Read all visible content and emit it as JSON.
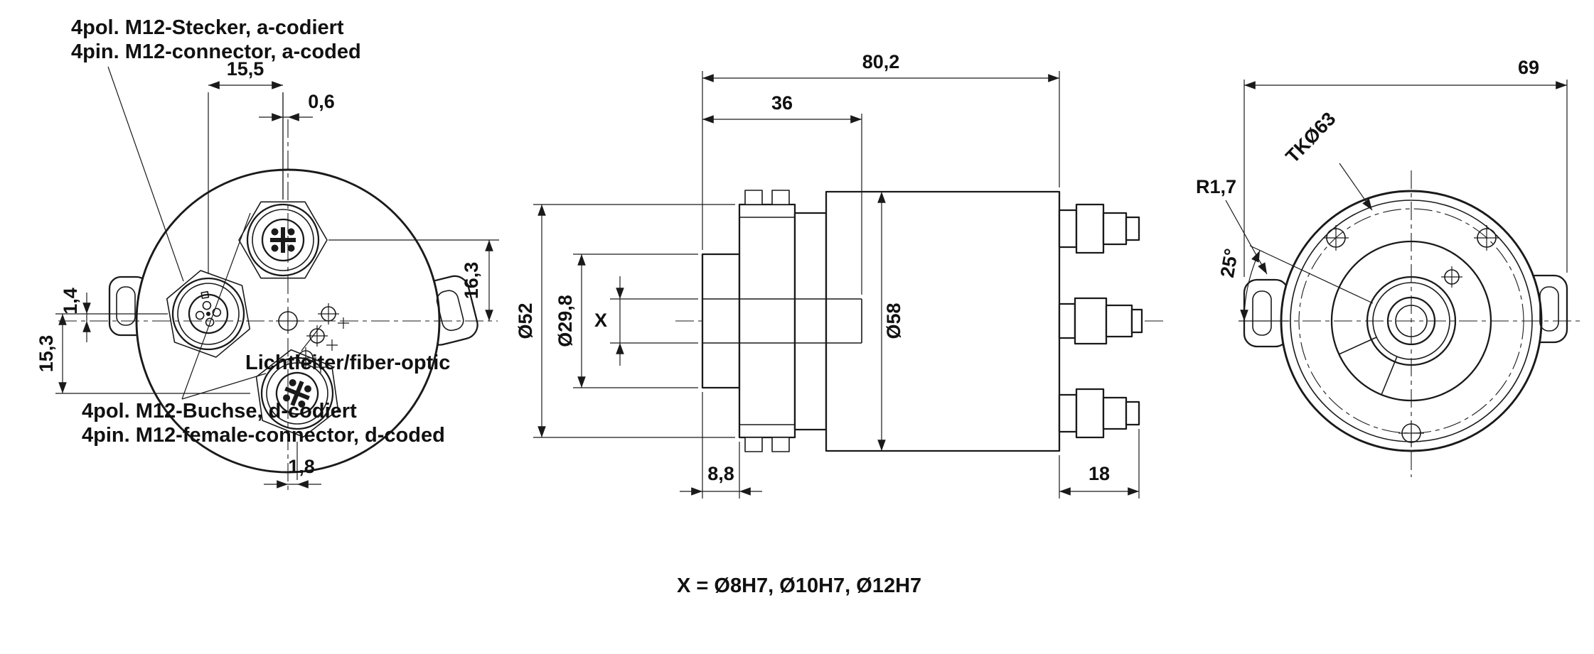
{
  "meta": {
    "background_color": "#ffffff",
    "line_color": "#1a1a1a",
    "drawing_type": "encoder dimensional drawing, three views"
  },
  "front_view": {
    "connector_top_label": {
      "line1": "4pol. M12-Stecker, a-codiert",
      "line2": "4pin. M12-connector, a-coded"
    },
    "connector_bottom_label": {
      "line1": "4pol. M12-Buchse, d-codiert",
      "line2": "4pin. M12-female-connector, d-coded"
    },
    "fiber_label": "Lichtleiter/fiber-optic",
    "dims": {
      "d15_5": "15,5",
      "d0_6": "0,6",
      "d1_4": "1,4",
      "d15_3": "15,3",
      "d16_3": "16,3",
      "d1_8": "1,8"
    }
  },
  "side_view": {
    "dims": {
      "d80_2": "80,2",
      "d36": "36",
      "d52": "Ø52",
      "d29_8": "Ø29,8",
      "dX": "X",
      "d58": "Ø58",
      "d8_8": "8,8",
      "d18": "18"
    },
    "note": "X = Ø8H7, Ø10H7, Ø12H7"
  },
  "rear_view": {
    "dims": {
      "d69": "69",
      "tk": "TKØ63",
      "r": "R1,7",
      "angle": "25°"
    }
  }
}
